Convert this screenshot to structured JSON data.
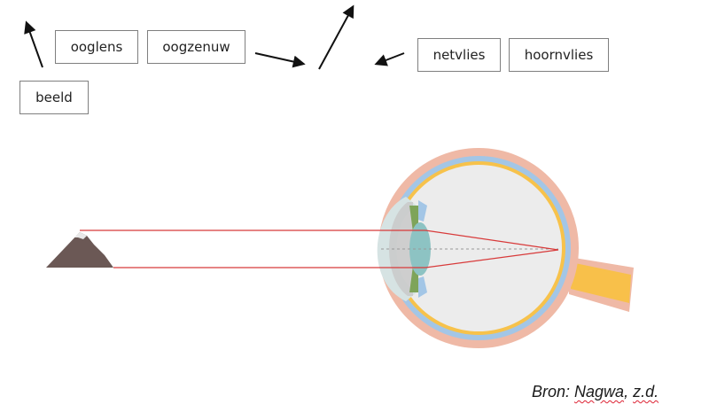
{
  "labels": {
    "beeld": "beeld",
    "ooglens": "ooglens",
    "oogzenuw": "oogzenuw",
    "netvlies": "netvlies",
    "hoornvlies": "hoornvlies"
  },
  "source": {
    "prefix": "Bron: ",
    "name": "Nagwa",
    "separator": ", ",
    "date": "z.d."
  },
  "colors": {
    "light_ray": "#d83a3a",
    "sclera": "#efb9a6",
    "choroid": "#a3c6e6",
    "retina": "#f5c04a",
    "lens": "#8dc3c3",
    "mountain": "#6b5855"
  }
}
